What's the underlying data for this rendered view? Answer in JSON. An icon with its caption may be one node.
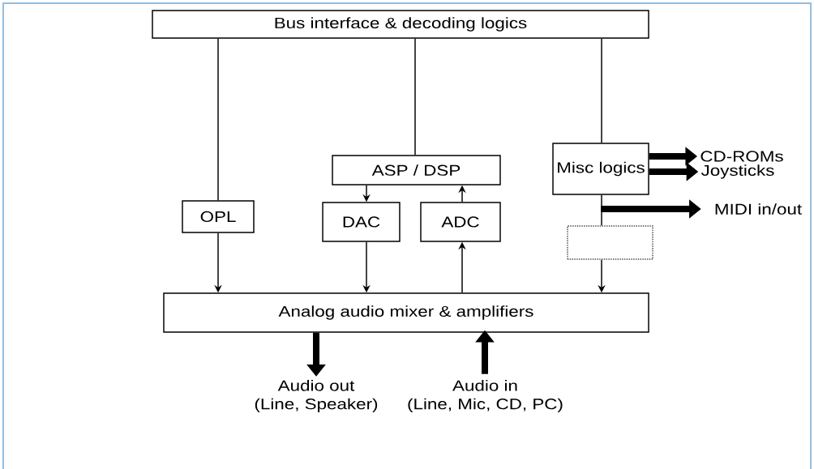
{
  "diagram": {
    "nodes": [
      {
        "text": [
          "Bus interface & decoding logics"
        ]
      },
      {
        "text": [
          "OPL"
        ]
      },
      {
        "text": [
          "ASP / DSP"
        ]
      },
      {
        "text": [
          "DAC"
        ]
      },
      {
        "text": [
          "ADC"
        ]
      },
      {
        "text": [
          "Misc logics"
        ]
      },
      {
        "text": [],
        "shape": "box"
      },
      {
        "text": [
          "Analog audio mixer & amplifiers"
        ]
      },
      {
        "text": [
          "CD-ROMs"
        ]
      },
      {
        "text": [
          "Joysticks"
        ]
      },
      {
        "text": [
          "MIDI in/out"
        ]
      },
      {
        "text": [
          "Audio out",
          "(Line, Speaker)"
        ]
      },
      {
        "text": [
          "Audio in",
          "(Line, Mic, CD, PC)"
        ]
      }
    ],
    "edges": [
      {
        "from": 0,
        "to": 1,
        "arrow": "none"
      },
      {
        "from": 0,
        "to": 2,
        "arrow": "none"
      },
      {
        "from": 0,
        "to": 5,
        "arrow": "none"
      },
      {
        "from": 1,
        "to": 7,
        "arrow": "to"
      },
      {
        "from": 2,
        "to": 3,
        "arrow": "to"
      },
      {
        "from": 4,
        "to": 2,
        "arrow": "to"
      },
      {
        "from": 3,
        "to": 7,
        "arrow": "to"
      },
      {
        "from": 7,
        "to": 4,
        "arrow": "to"
      },
      {
        "from": 5,
        "to": 8,
        "arrow": "to",
        "style": "thick"
      },
      {
        "from": 5,
        "to": 9,
        "arrow": "to",
        "style": "thick"
      },
      {
        "from": 5,
        "to": 6,
        "arrow": "none"
      },
      {
        "from": 5,
        "to": 10,
        "arrow": "to",
        "style": "thick"
      },
      {
        "from": 6,
        "to": 7,
        "arrow": "to"
      },
      {
        "from": 7,
        "to": 11,
        "arrow": "to",
        "style": "thick"
      },
      {
        "from": 12,
        "to": 7,
        "arrow": "to",
        "style": "thick"
      }
    ]
  }
}
